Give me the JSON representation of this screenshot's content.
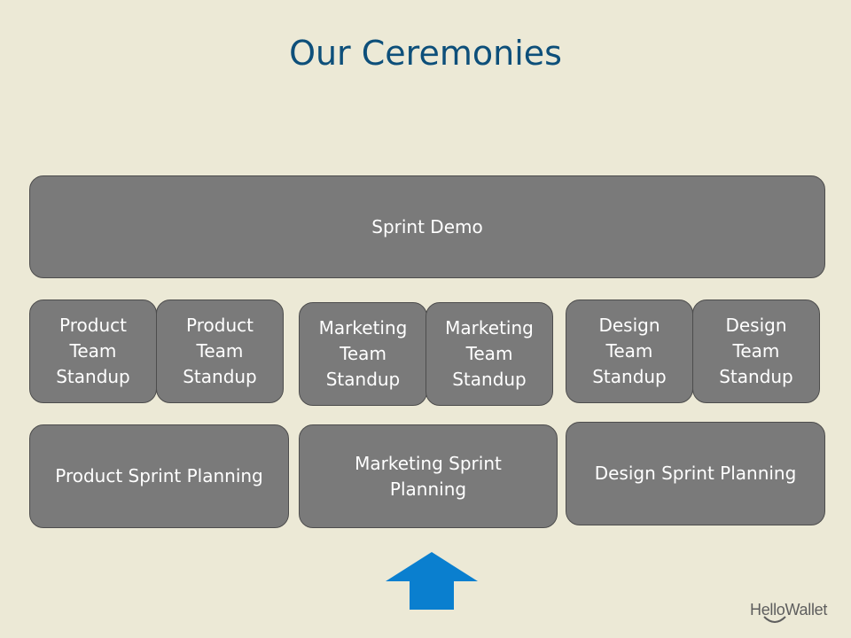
{
  "slide": {
    "title": "Our Ceremonies"
  },
  "boxes": {
    "sprint_demo": "Sprint Demo",
    "product_standup_1": [
      "Product",
      "Team",
      "Standup"
    ],
    "product_standup_2": [
      "Product",
      "Team",
      "Standup"
    ],
    "marketing_standup_1": [
      "Marketing",
      "Team",
      "Standup"
    ],
    "marketing_standup_2": [
      "Marketing",
      "Team",
      "Standup"
    ],
    "design_standup_1": [
      "Design",
      "Team",
      "Standup"
    ],
    "design_standup_2": [
      "Design",
      "Team",
      "Standup"
    ],
    "product_planning": "Product Sprint Planning",
    "marketing_planning": [
      "Marketing Sprint",
      "Planning"
    ],
    "design_planning": "Design Sprint Planning"
  },
  "arrow": {
    "icon": "up-arrow-icon",
    "color": "#0a7fcf"
  },
  "logo": {
    "text": "HelloWallet"
  },
  "colors": {
    "background": "#ece9d6",
    "box_fill": "#7a7a7a",
    "title": "#0d4f7a"
  }
}
